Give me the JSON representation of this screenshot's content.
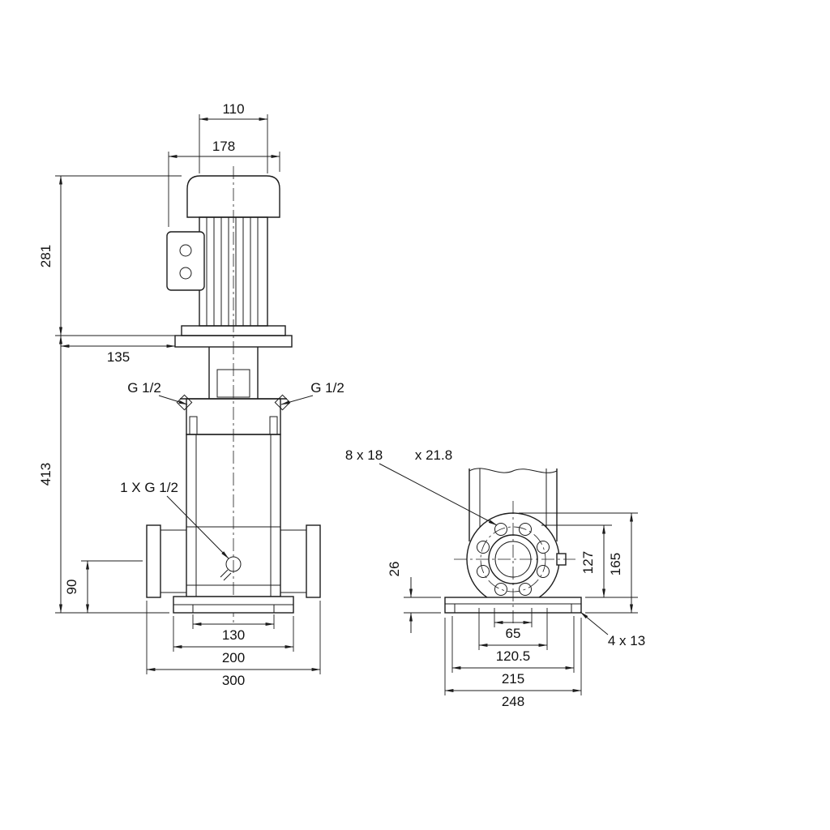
{
  "front_view": {
    "d110": "110",
    "d178": "178",
    "d281": "281",
    "d135": "135",
    "d413": "413",
    "d90": "90",
    "d130": "130",
    "d200": "200",
    "d300": "300",
    "port_left": "G 1/2",
    "port_right": "G 1/2",
    "drain": "1 X G 1/2"
  },
  "side_view": {
    "holes": "8 x 18",
    "counterbore": "x 21.8",
    "d26": "26",
    "d127": "127",
    "d165": "165",
    "d65": "65",
    "d120_5": "120.5",
    "d215": "215",
    "d248": "248",
    "base_holes": "4 x 13"
  }
}
